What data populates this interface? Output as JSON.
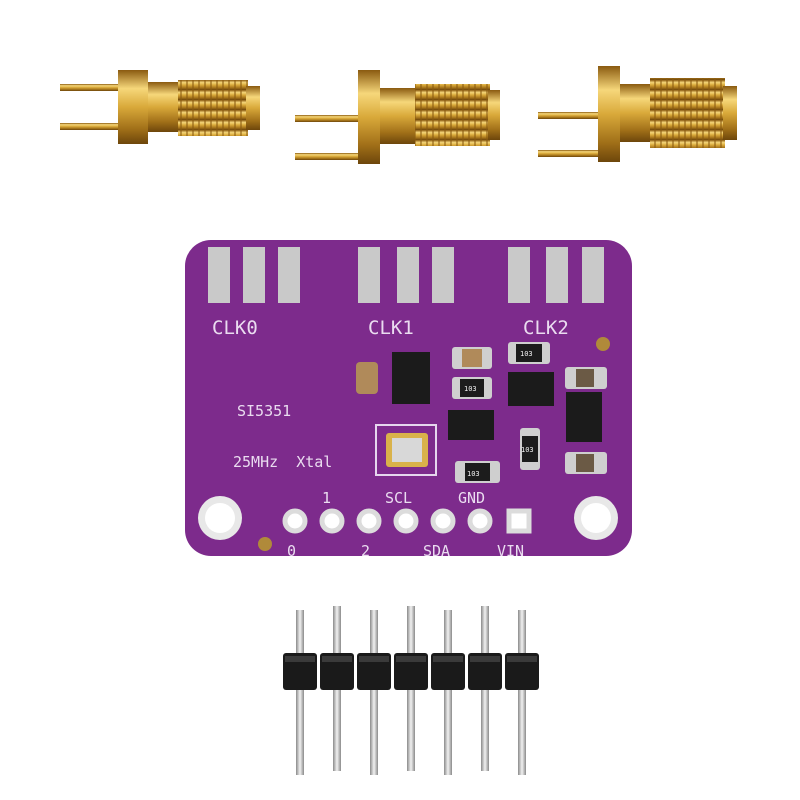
{
  "colors": {
    "pcb": "#7d2b8c",
    "gold": "#d9a93a",
    "pad": "#c9c9c9",
    "plastic": "#1a1a1a"
  },
  "board": {
    "clock_labels": [
      "CLK0",
      "CLK1",
      "CLK2"
    ],
    "chip_label": "SI5351",
    "crystal_label": "25MHz  Xtal",
    "pin_labels_top": [
      "1",
      "SCL",
      "GND"
    ],
    "pin_labels_bottom": [
      "0",
      "2",
      "SDA",
      "VIN"
    ],
    "resistor_codes": [
      "103",
      "103",
      "103",
      "103"
    ]
  }
}
